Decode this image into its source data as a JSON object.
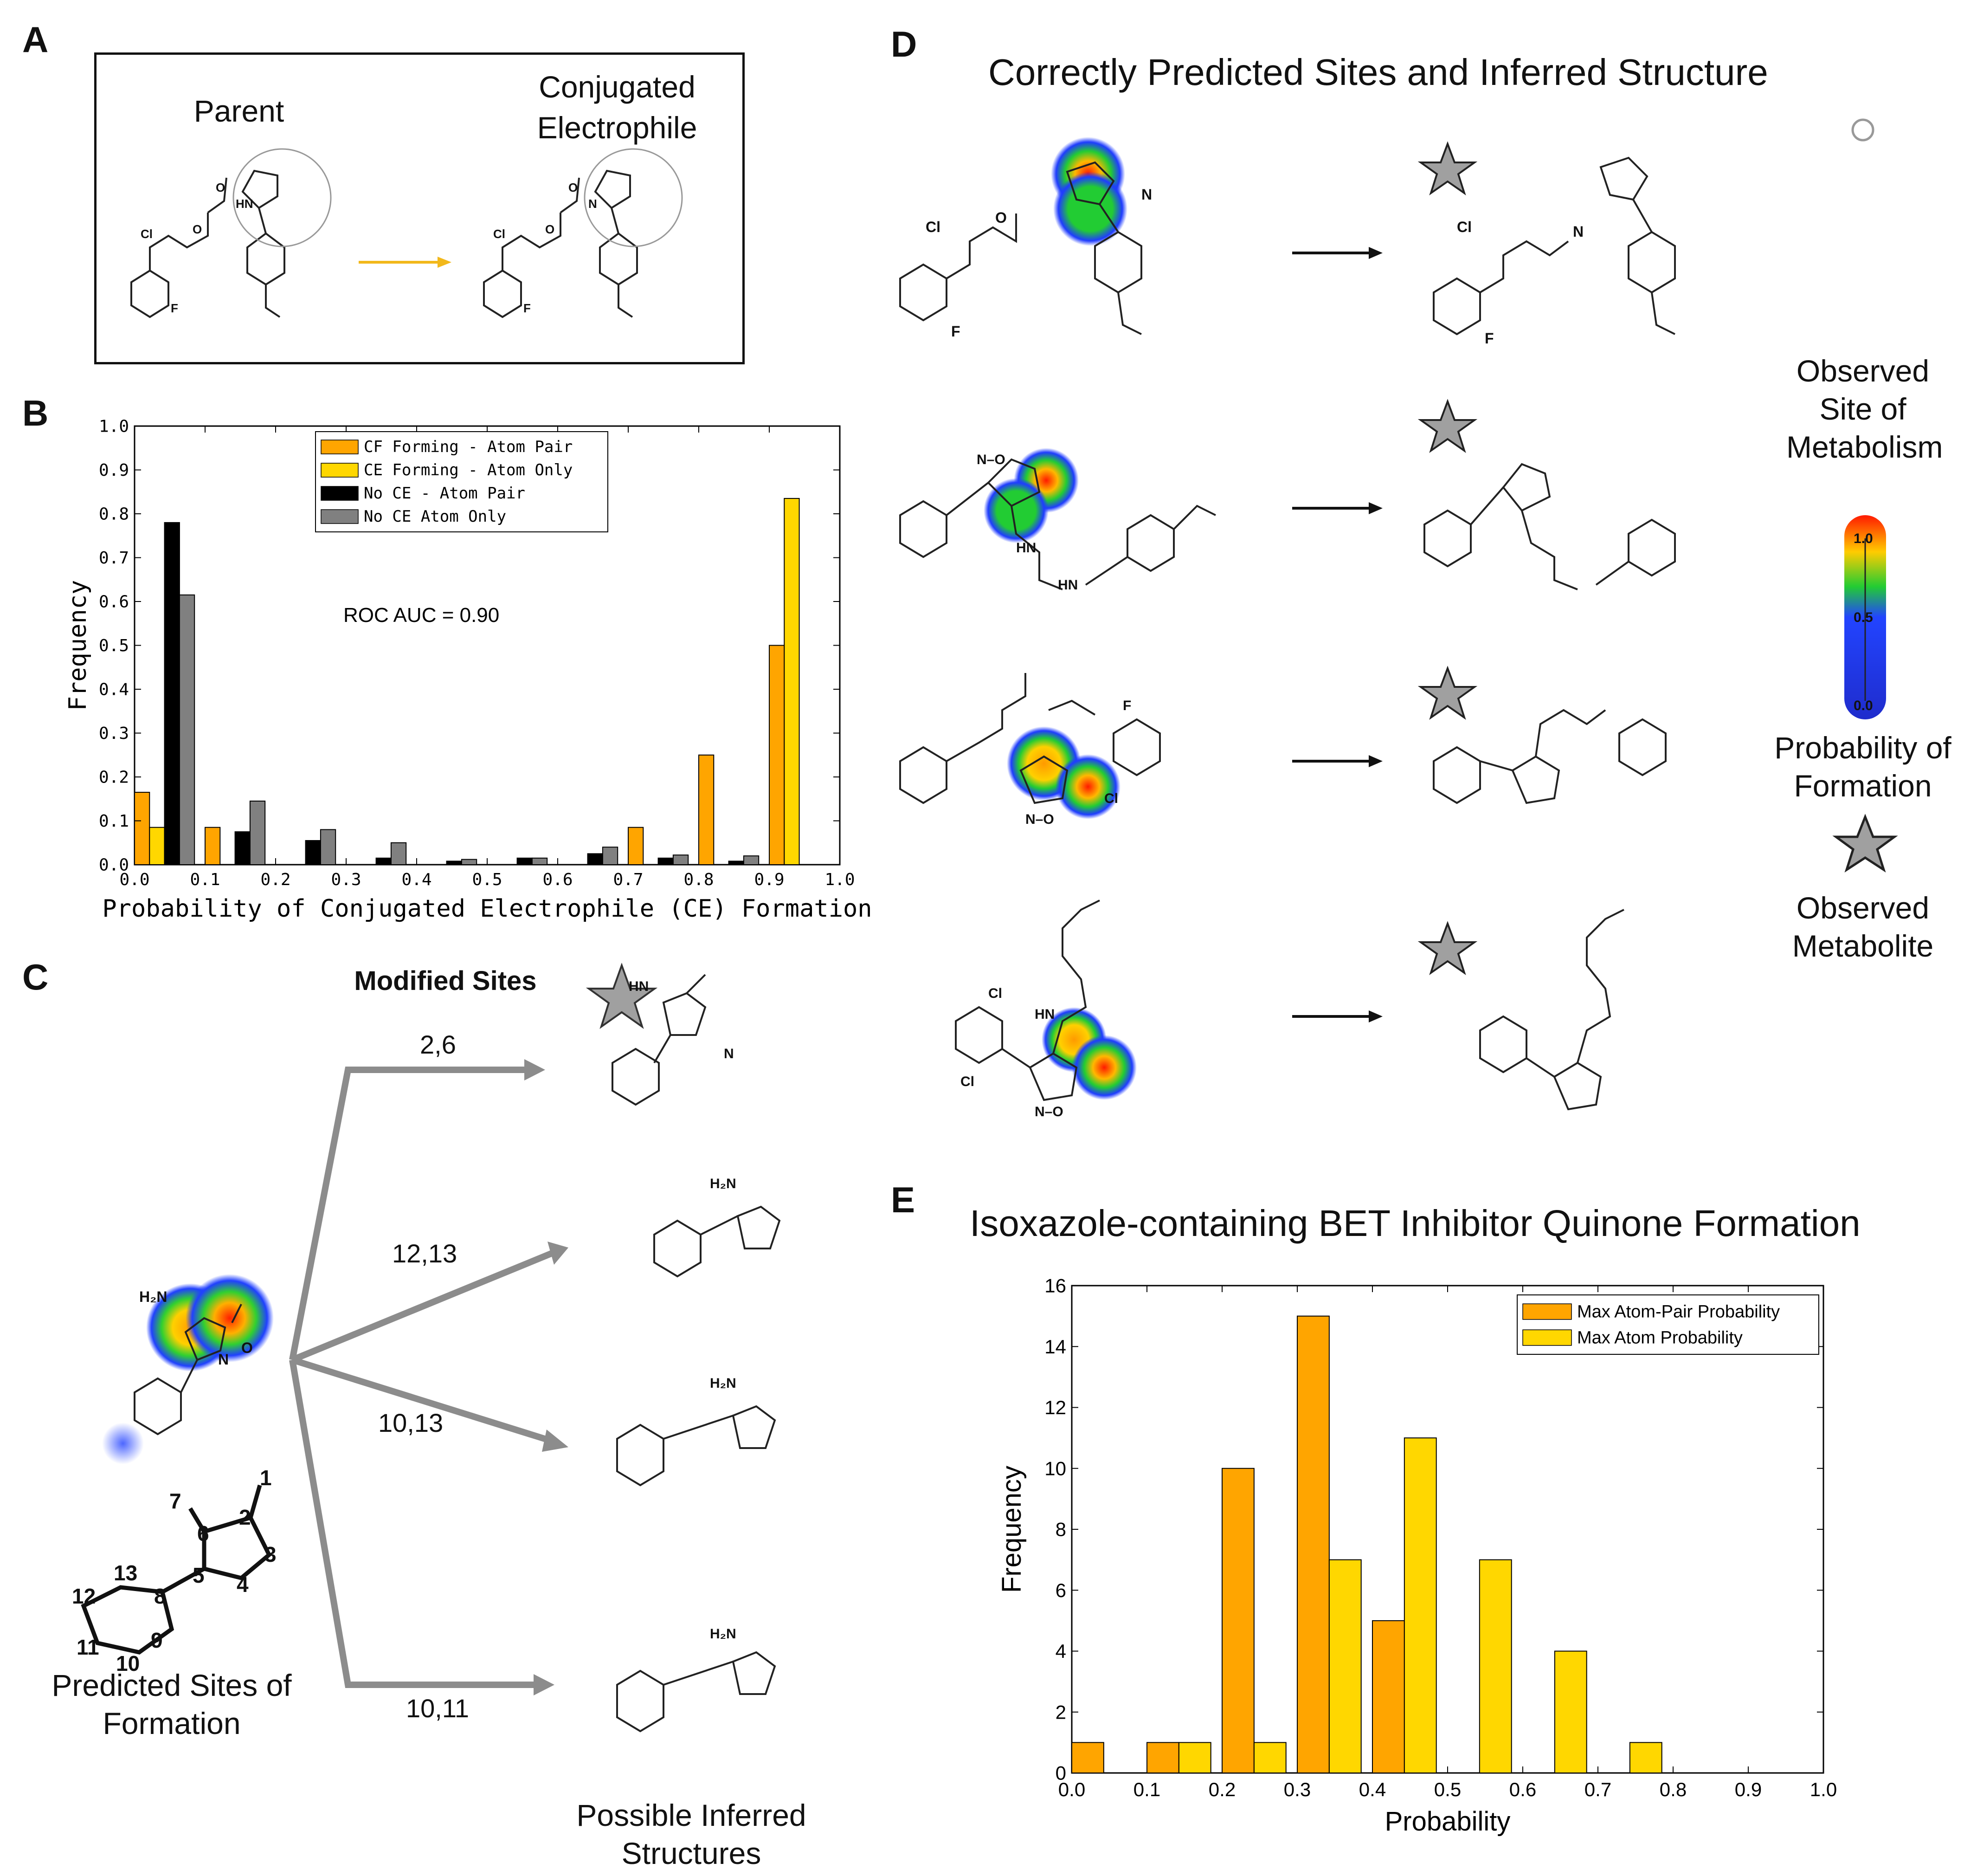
{
  "panels": {
    "A": {
      "letter": "A",
      "parent_label": "Parent",
      "product_label_line1": "Conjugated",
      "product_label_line2": "Electrophile"
    },
    "B": {
      "letter": "B",
      "roc_text": "ROC AUC = 0.90"
    },
    "C": {
      "letter": "C",
      "modified_sites_header": "Modified Sites",
      "routes": [
        "2,6",
        "12,13",
        "10,13",
        "10,11"
      ],
      "predicted_line1": "Predicted Sites of",
      "predicted_line2": "Formation",
      "possible_line1": "Possible Inferred",
      "possible_line2": "Structures",
      "atom_numbers": [
        "1",
        "2",
        "3",
        "4",
        "5",
        "6",
        "7",
        "8",
        "9",
        "10",
        "11",
        "12",
        "13"
      ]
    },
    "D": {
      "letter": "D",
      "title": "Correctly Predicted Sites and Inferred Structure",
      "legend_observed_site": [
        "Observed",
        "Site of",
        "Metabolism"
      ],
      "legend_probability": [
        "Probability of",
        "Formation"
      ],
      "legend_metabolite": [
        "Observed",
        "Metabolite"
      ],
      "colorbar_ticks": [
        "1.0",
        "0.5",
        "0.0"
      ]
    },
    "E": {
      "letter": "E",
      "title": "Isoxazole-containing BET Inhibitor Quinone Formation"
    }
  },
  "molecule_labels": {
    "Cl": "Cl",
    "F": "F",
    "N": "N",
    "O": "O",
    "H": "H",
    "NH2": "H₂N",
    "HN": "HN",
    "NO": "N–O"
  },
  "colors": {
    "orange": "#FFA500",
    "yellow": "#FFD700",
    "black": "#000000",
    "gray": "#808080",
    "arrow_gray": "#8C8C8C",
    "arrow_yellow": "#F2B81B",
    "star": "#A0A0A0"
  },
  "chart_data": [
    {
      "type": "bar",
      "panel": "B",
      "title": "",
      "xlabel": "Probability of Conjugated Electrophile (CE) Formation",
      "ylabel": "Frequency",
      "xlim": [
        0.0,
        1.0
      ],
      "ylim": [
        0.0,
        1.0
      ],
      "xticks": [
        "0.0",
        "0.1",
        "0.2",
        "0.3",
        "0.4",
        "0.5",
        "0.6",
        "0.7",
        "0.8",
        "0.9",
        "1.0"
      ],
      "yticks": [
        "0.0",
        "0.1",
        "0.2",
        "0.3",
        "0.4",
        "0.5",
        "0.6",
        "0.7",
        "0.8",
        "0.9",
        "1.0"
      ],
      "bin_starts": [
        0.0,
        0.1,
        0.2,
        0.3,
        0.4,
        0.5,
        0.6,
        0.7,
        0.8,
        0.9
      ],
      "legend_position": "upper-center",
      "series": [
        {
          "name": "CF Forming - Atom Pair",
          "color": "#FFA500",
          "values": [
            0.165,
            0.085,
            0.0,
            0.0,
            0.0,
            0.0,
            0.0,
            0.085,
            0.25,
            0.5
          ]
        },
        {
          "name": "CE Forming - Atom Only",
          "color": "#FFD700",
          "values": [
            0.085,
            0.0,
            0.0,
            0.0,
            0.0,
            0.0,
            0.0,
            0.0,
            0.0,
            0.835
          ]
        },
        {
          "name": "No CE - Atom Pair",
          "color": "#000000",
          "values": [
            0.78,
            0.075,
            0.055,
            0.015,
            0.008,
            0.015,
            0.025,
            0.015,
            0.008,
            0.0
          ]
        },
        {
          "name": "No CE   Atom Only",
          "color": "#808080",
          "values": [
            0.615,
            0.145,
            0.08,
            0.05,
            0.012,
            0.015,
            0.04,
            0.022,
            0.02,
            0.0
          ]
        }
      ]
    },
    {
      "type": "bar",
      "panel": "E",
      "title": "Isoxazole-containing BET Inhibitor Quinone Formation",
      "xlabel": "Probability",
      "ylabel": "Frequency",
      "xlim": [
        0.0,
        1.0
      ],
      "ylim": [
        0,
        16
      ],
      "xticks": [
        "0.0",
        "0.1",
        "0.2",
        "0.3",
        "0.4",
        "0.5",
        "0.6",
        "0.7",
        "0.8",
        "0.9",
        "1.0"
      ],
      "yticks": [
        "0",
        "2",
        "4",
        "6",
        "8",
        "10",
        "12",
        "14",
        "16"
      ],
      "bin_starts": [
        0.0,
        0.1,
        0.2,
        0.3,
        0.4,
        0.5,
        0.6,
        0.7,
        0.8,
        0.9
      ],
      "legend_position": "top-right",
      "series": [
        {
          "name": "Max Atom-Pair Probability",
          "color": "#FFA500",
          "values": [
            1,
            1,
            10,
            15,
            5,
            0,
            0,
            0,
            0,
            0
          ]
        },
        {
          "name": "Max Atom Probability",
          "color": "#FFD700",
          "values": [
            0,
            1,
            1,
            7,
            11,
            7,
            4,
            1,
            0,
            0
          ]
        }
      ]
    }
  ]
}
